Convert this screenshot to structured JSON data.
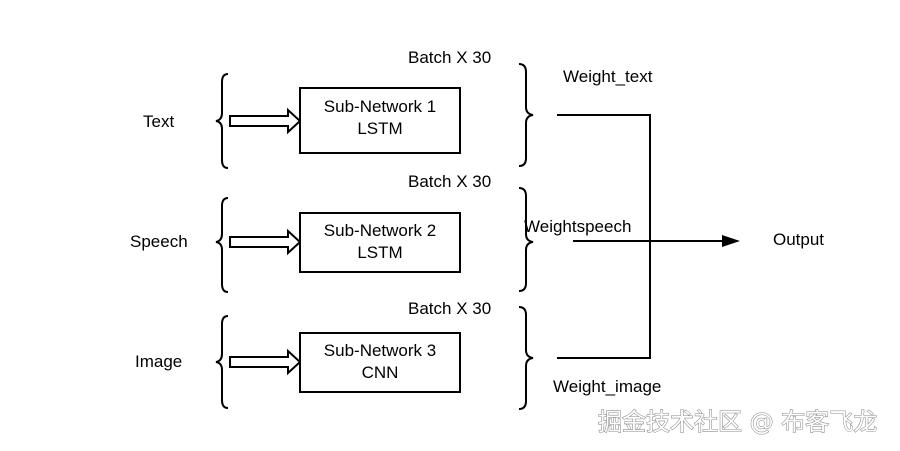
{
  "inputs": [
    {
      "label": "Text",
      "batch": "Batch X 30",
      "network": "Sub-Network 1",
      "model": "LSTM",
      "weight": "Weight_text"
    },
    {
      "label": "Speech",
      "batch": "Batch X 30",
      "network": "Sub-Network 2",
      "model": "LSTM",
      "weight": "Weightspeech"
    },
    {
      "label": "Image",
      "batch": "Batch X 30",
      "network": "Sub-Network 3",
      "model": "CNN",
      "weight": "Weight_image"
    }
  ],
  "output": {
    "label": "Output"
  },
  "watermark": "掘金技术社区 @ 布客飞龙",
  "colors": {
    "stroke": "#000000",
    "background": "#ffffff",
    "watermark": "#8a8a8a"
  }
}
